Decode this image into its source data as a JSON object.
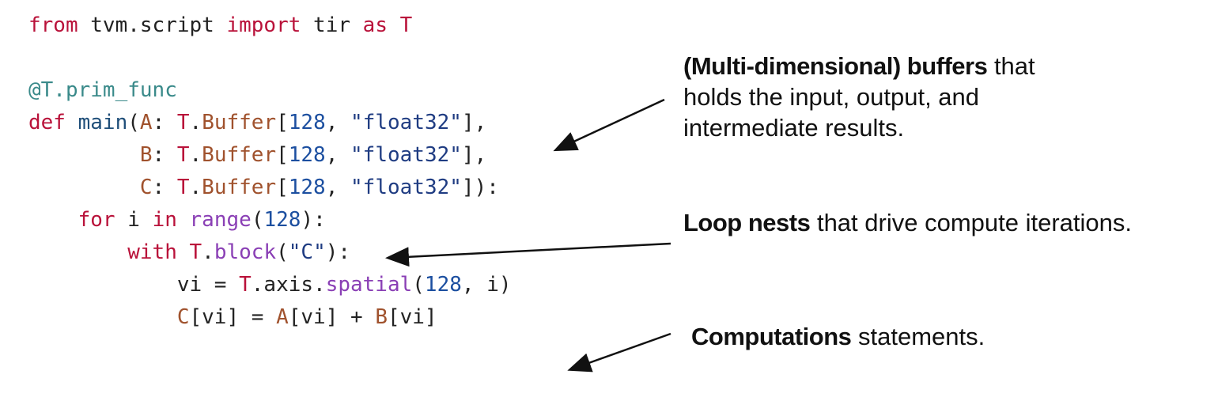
{
  "code_lines": [
    [
      {
        "t": "from",
        "c": "kw"
      },
      {
        "t": " tvm.script ",
        "c": "plain"
      },
      {
        "t": "import",
        "c": "kw"
      },
      {
        "t": " tir ",
        "c": "plain"
      },
      {
        "t": "as",
        "c": "kw"
      },
      {
        "t": " ",
        "c": "plain"
      },
      {
        "t": "T",
        "c": "kw"
      }
    ],
    [],
    [
      {
        "t": "@T.",
        "c": "dec"
      },
      {
        "t": "prim_func",
        "c": "dec"
      }
    ],
    [
      {
        "t": "def",
        "c": "kw"
      },
      {
        "t": " ",
        "c": "plain"
      },
      {
        "t": "main",
        "c": "fn"
      },
      {
        "t": "(",
        "c": "plain"
      },
      {
        "t": "A",
        "c": "attr"
      },
      {
        "t": ": ",
        "c": "plain"
      },
      {
        "t": "T",
        "c": "kw"
      },
      {
        "t": ".",
        "c": "plain"
      },
      {
        "t": "Buffer",
        "c": "attr"
      },
      {
        "t": "[",
        "c": "plain"
      },
      {
        "t": "128",
        "c": "num"
      },
      {
        "t": ", ",
        "c": "plain"
      },
      {
        "t": "\"float32\"",
        "c": "str"
      },
      {
        "t": "],",
        "c": "plain"
      }
    ],
    [
      {
        "t": "         ",
        "c": "plain"
      },
      {
        "t": "B",
        "c": "attr"
      },
      {
        "t": ": ",
        "c": "plain"
      },
      {
        "t": "T",
        "c": "kw"
      },
      {
        "t": ".",
        "c": "plain"
      },
      {
        "t": "Buffer",
        "c": "attr"
      },
      {
        "t": "[",
        "c": "plain"
      },
      {
        "t": "128",
        "c": "num"
      },
      {
        "t": ", ",
        "c": "plain"
      },
      {
        "t": "\"float32\"",
        "c": "str"
      },
      {
        "t": "],",
        "c": "plain"
      }
    ],
    [
      {
        "t": "         ",
        "c": "plain"
      },
      {
        "t": "C",
        "c": "attr"
      },
      {
        "t": ": ",
        "c": "plain"
      },
      {
        "t": "T",
        "c": "kw"
      },
      {
        "t": ".",
        "c": "plain"
      },
      {
        "t": "Buffer",
        "c": "attr"
      },
      {
        "t": "[",
        "c": "plain"
      },
      {
        "t": "128",
        "c": "num"
      },
      {
        "t": ", ",
        "c": "plain"
      },
      {
        "t": "\"float32\"",
        "c": "str"
      },
      {
        "t": "]):",
        "c": "plain"
      }
    ],
    [
      {
        "t": "    ",
        "c": "plain"
      },
      {
        "t": "for",
        "c": "kw"
      },
      {
        "t": " i ",
        "c": "plain"
      },
      {
        "t": "in",
        "c": "kw"
      },
      {
        "t": " ",
        "c": "plain"
      },
      {
        "t": "range",
        "c": "builtin"
      },
      {
        "t": "(",
        "c": "plain"
      },
      {
        "t": "128",
        "c": "num"
      },
      {
        "t": "):",
        "c": "plain"
      }
    ],
    [
      {
        "t": "        ",
        "c": "plain"
      },
      {
        "t": "with",
        "c": "kw"
      },
      {
        "t": " ",
        "c": "plain"
      },
      {
        "t": "T",
        "c": "kw"
      },
      {
        "t": ".",
        "c": "plain"
      },
      {
        "t": "block",
        "c": "builtin"
      },
      {
        "t": "(",
        "c": "plain"
      },
      {
        "t": "\"C\"",
        "c": "str"
      },
      {
        "t": "):",
        "c": "plain"
      }
    ],
    [
      {
        "t": "            vi = ",
        "c": "plain"
      },
      {
        "t": "T",
        "c": "kw"
      },
      {
        "t": ".axis.",
        "c": "plain"
      },
      {
        "t": "spatial",
        "c": "builtin"
      },
      {
        "t": "(",
        "c": "plain"
      },
      {
        "t": "128",
        "c": "num"
      },
      {
        "t": ", i)",
        "c": "plain"
      }
    ],
    [
      {
        "t": "            ",
        "c": "plain"
      },
      {
        "t": "C",
        "c": "attr"
      },
      {
        "t": "[vi] = ",
        "c": "plain"
      },
      {
        "t": "A",
        "c": "attr"
      },
      {
        "t": "[vi] + ",
        "c": "plain"
      },
      {
        "t": "B",
        "c": "attr"
      },
      {
        "t": "[vi]",
        "c": "plain"
      }
    ]
  ],
  "annotations": {
    "buffers": {
      "bold": "(Multi-dimensional) buffers",
      "rest_line1": " that",
      "line2": "holds the input, output, and",
      "line3": "intermediate results."
    },
    "loops": {
      "bold": "Loop nests",
      "rest": " that drive compute iterations."
    },
    "compute": {
      "bold": "Computations",
      "rest": " statements."
    }
  }
}
